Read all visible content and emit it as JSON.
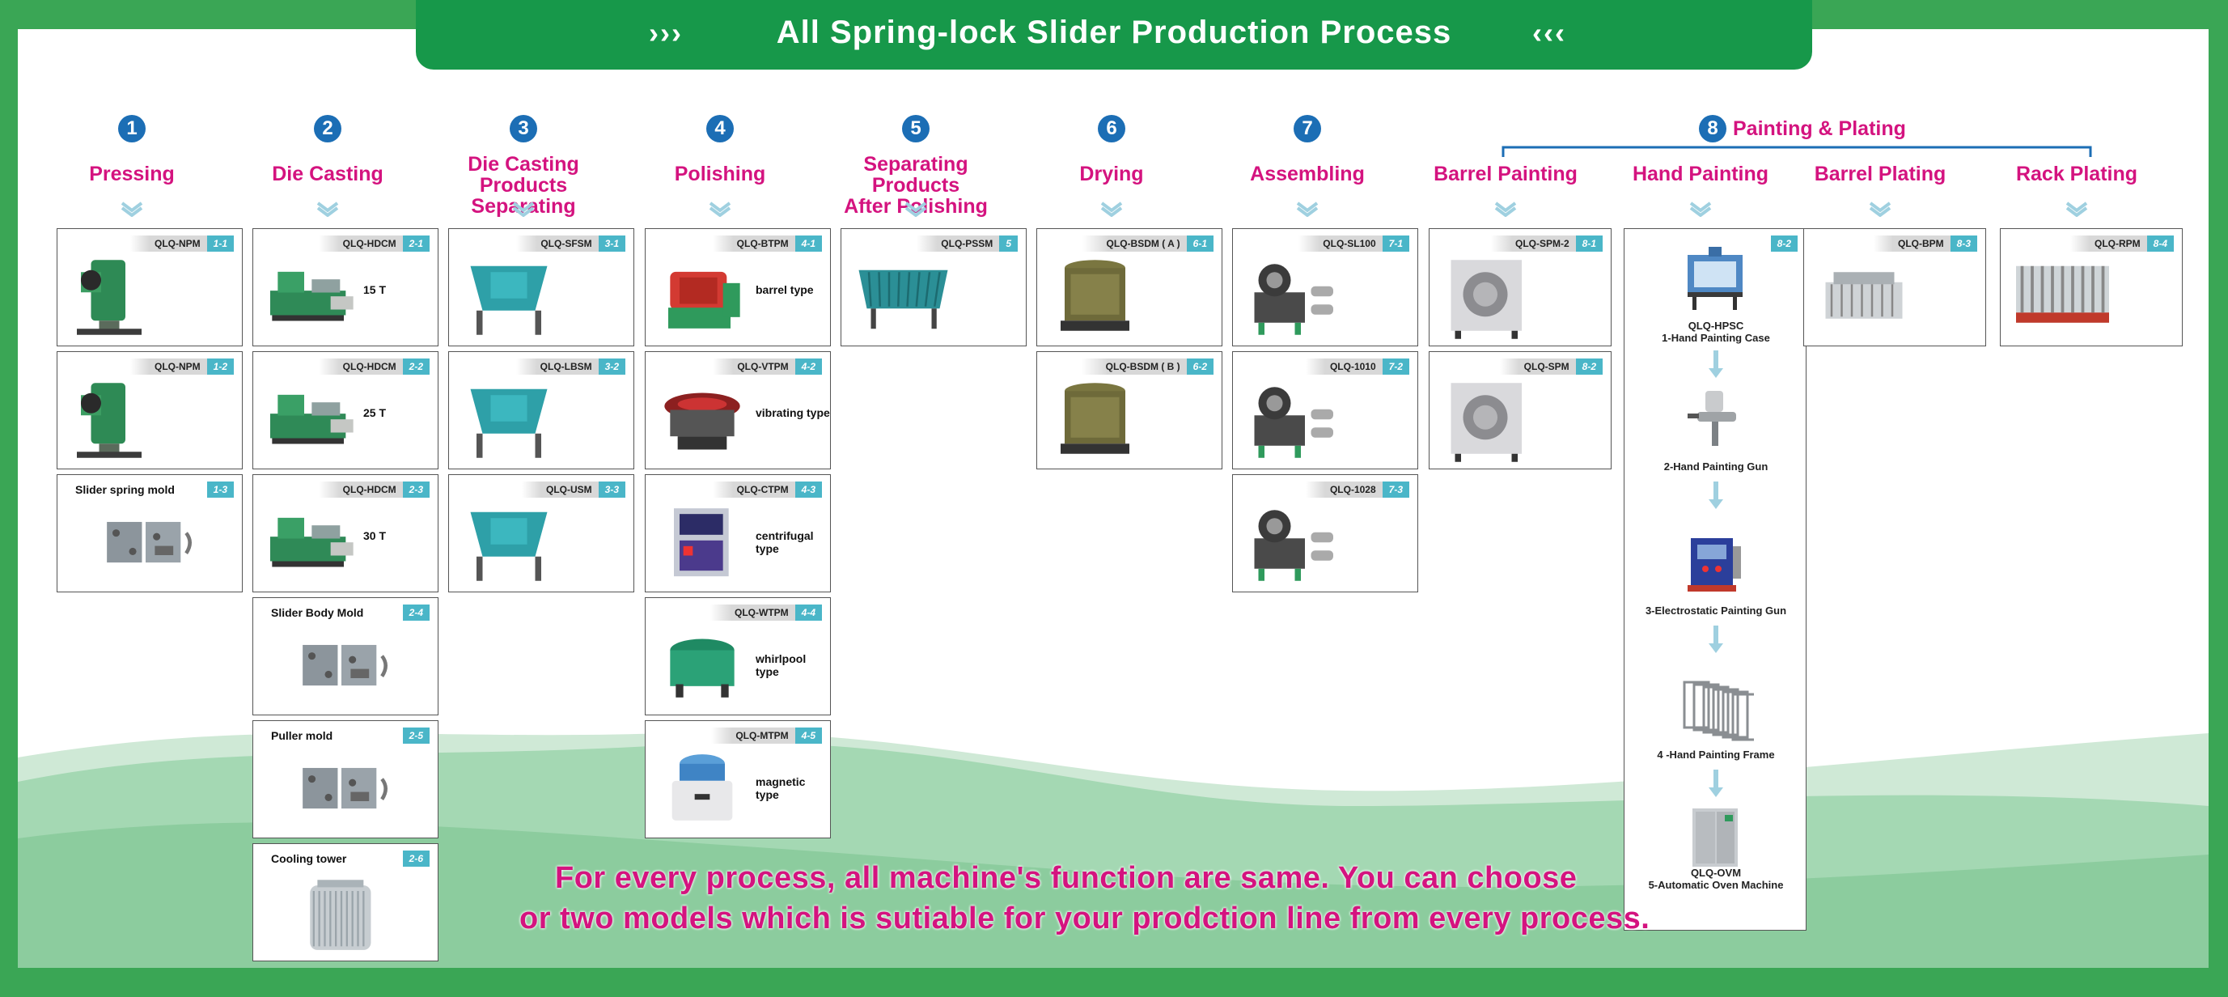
{
  "title": "All Spring-lock Slider Production Process",
  "title_chevrons": {
    "left": "›››",
    "right": "‹‹‹"
  },
  "colors": {
    "frame_green": "#3aa655",
    "title_green": "#17984a",
    "label_magenta": "#d4137f",
    "number_blue": "#1c6eb5",
    "tag_teal": "#4ab6c8"
  },
  "steps": [
    {
      "num": "1",
      "label": "Pressing",
      "items": [
        {
          "model": "QLQ-NPM",
          "code": "1-1",
          "desc": "",
          "icon": "power-press-icon"
        },
        {
          "model": "QLQ-NPM",
          "code": "1-2",
          "desc": "",
          "icon": "power-press-icon"
        },
        {
          "title": "Slider spring mold",
          "code": "1-3",
          "desc": "",
          "icon": "mold-icon"
        }
      ]
    },
    {
      "num": "2",
      "label": "Die Casting",
      "items": [
        {
          "model": "QLQ-HDCM",
          "code": "2-1",
          "desc": "15 T",
          "icon": "die-casting-machine-icon"
        },
        {
          "model": "QLQ-HDCM",
          "code": "2-2",
          "desc": "25 T",
          "icon": "die-casting-machine-icon"
        },
        {
          "model": "QLQ-HDCM",
          "code": "2-3",
          "desc": "30 T",
          "icon": "die-casting-machine-icon"
        },
        {
          "title": "Slider Body Mold",
          "code": "2-4",
          "desc": "",
          "icon": "mold-icon"
        },
        {
          "title": "Puller mold",
          "code": "2-5",
          "desc": "",
          "icon": "mold-icon"
        },
        {
          "title": "Cooling tower",
          "code": "2-6",
          "desc": "",
          "icon": "cooling-tower-icon"
        }
      ]
    },
    {
      "num": "3",
      "label": "Die Casting\nProducts Separating",
      "items": [
        {
          "model": "QLQ-SFSM",
          "code": "3-1",
          "desc": "",
          "icon": "separator-icon"
        },
        {
          "model": "QLQ-LBSM",
          "code": "3-2",
          "desc": "",
          "icon": "separator-icon"
        },
        {
          "model": "QLQ-USM",
          "code": "3-3",
          "desc": "",
          "icon": "separator-icon"
        }
      ]
    },
    {
      "num": "4",
      "label": "Polishing",
      "items": [
        {
          "model": "QLQ-BTPM",
          "code": "4-1",
          "desc": "barrel type",
          "icon": "barrel-polisher-icon"
        },
        {
          "model": "QLQ-VTPM",
          "code": "4-2",
          "desc": "vibrating type",
          "icon": "vibrating-polisher-icon"
        },
        {
          "model": "QLQ-CTPM",
          "code": "4-3",
          "desc": "centrifugal type",
          "icon": "centrifugal-polisher-icon"
        },
        {
          "model": "QLQ-WTPM",
          "code": "4-4",
          "desc": "whirlpool type",
          "icon": "whirlpool-polisher-icon"
        },
        {
          "model": "QLQ-MTPM",
          "code": "4-5",
          "desc": "magnetic type",
          "icon": "magnetic-polisher-icon"
        }
      ]
    },
    {
      "num": "5",
      "label": "Separating Products\nAfter Polishing",
      "items": [
        {
          "model": "QLQ-PSSM",
          "code": "5",
          "desc": "",
          "icon": "screen-separator-icon"
        }
      ]
    },
    {
      "num": "6",
      "label": "Drying",
      "items": [
        {
          "model": "QLQ-BSDM ( A )",
          "code": "6-1",
          "desc": "",
          "icon": "dryer-icon"
        },
        {
          "model": "QLQ-BSDM ( B )",
          "code": "6-2",
          "desc": "",
          "icon": "dryer-icon"
        }
      ]
    },
    {
      "num": "7",
      "label": "Assembling",
      "items": [
        {
          "model": "QLQ-SL100",
          "code": "7-1",
          "desc": "",
          "icon": "assembly-machine-icon"
        },
        {
          "model": "QLQ-1010",
          "code": "7-2",
          "desc": "",
          "icon": "assembly-machine-icon"
        },
        {
          "model": "QLQ-1028",
          "code": "7-3",
          "desc": "",
          "icon": "assembly-machine-icon"
        }
      ]
    },
    {
      "num": "8",
      "label": "Painting & Plating",
      "subs": [
        {
          "label": "Barrel Painting",
          "items": [
            {
              "model": "QLQ-SPM-2",
              "code": "8-1",
              "desc": "",
              "icon": "barrel-painting-icon"
            },
            {
              "model": "QLQ-SPM",
              "code": "8-2",
              "desc": "",
              "icon": "barrel-painting-icon"
            }
          ]
        },
        {
          "label": "Hand Painting",
          "card": {
            "code": "8-2",
            "stages": [
              {
                "label": "QLQ-HPSC\n1-Hand Painting Case",
                "icon": "painting-case-icon"
              },
              {
                "label": "2-Hand Painting Gun",
                "icon": "spray-gun-icon"
              },
              {
                "label": "3-Electrostatic Painting Gun",
                "icon": "electrostatic-gun-icon"
              },
              {
                "label": "4 -Hand Painting Frame",
                "icon": "painting-frame-icon"
              },
              {
                "label": "QLQ-OVM\n5-Automatic Oven Machine",
                "icon": "oven-icon"
              }
            ]
          }
        },
        {
          "label": "Barrel Plating",
          "items": [
            {
              "model": "QLQ-BPM",
              "code": "8-3",
              "desc": "",
              "icon": "barrel-plating-icon"
            }
          ]
        },
        {
          "label": "Rack Plating",
          "items": [
            {
              "model": "QLQ-RPM",
              "code": "8-4",
              "desc": "",
              "icon": "rack-plating-icon"
            }
          ]
        }
      ]
    }
  ],
  "footer": {
    "line1": "For every process, all machine's function are same. You can choose",
    "line2": "or two models which is sutiable for your prodction line from every process."
  }
}
